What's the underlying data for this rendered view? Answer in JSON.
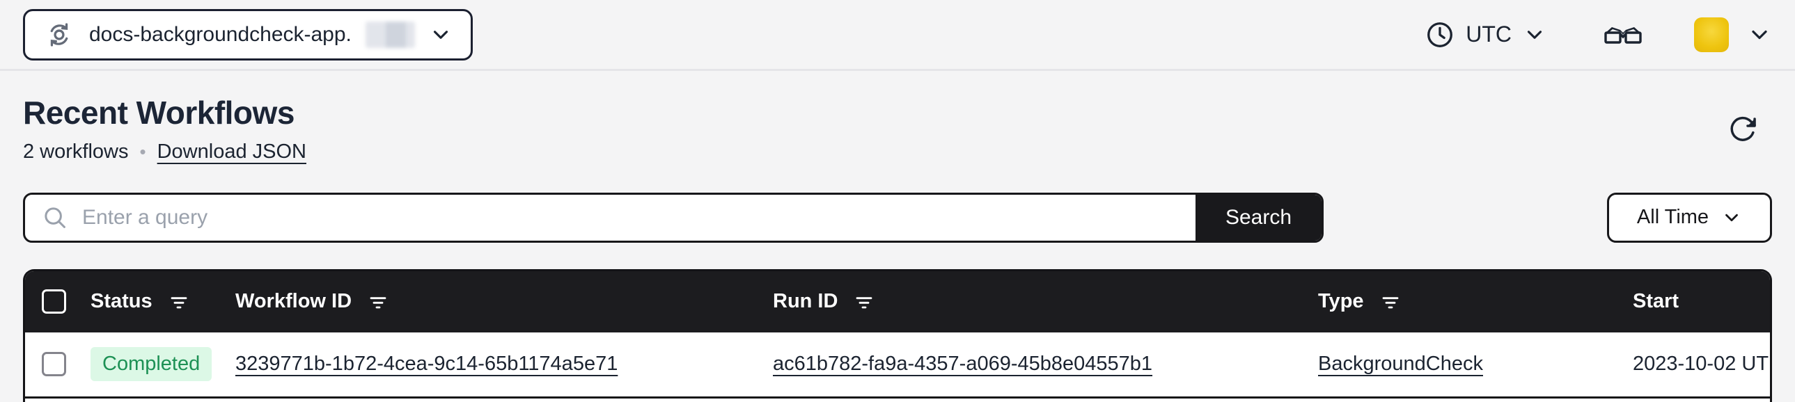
{
  "topbar": {
    "namespace": {
      "label": "docs-backgroundcheck-app.",
      "suffix_redacted": "blurred"
    },
    "timezone": {
      "label": "UTC"
    }
  },
  "page": {
    "title": "Recent Workflows",
    "count_text": "2 workflows",
    "separator": "•",
    "download_label": "Download JSON"
  },
  "search": {
    "placeholder": "Enter a query",
    "button_label": "Search"
  },
  "time_filter": {
    "label": "All Time"
  },
  "table": {
    "columns": [
      {
        "label": "Status",
        "filter": true
      },
      {
        "label": "Workflow ID",
        "filter": true
      },
      {
        "label": "Run ID",
        "filter": true
      },
      {
        "label": "Type",
        "filter": true
      },
      {
        "label": "Start",
        "filter": false
      }
    ],
    "rows": [
      {
        "status": "Completed",
        "workflow_id": "3239771b-1b72-4cea-9c14-65b1174a5e71",
        "run_id": "ac61b782-fa9a-4357-a069-45b8e04557b1",
        "type": "BackgroundCheck",
        "start": "2023-10-02 UT"
      }
    ]
  },
  "colors": {
    "page_bg": "#f4f4f5",
    "ink": "#1b2330",
    "table_header_bg": "#1c1c1f",
    "border_black": "#141417",
    "badge_green_text": "#1d9155",
    "badge_green_bg": "#dcf8e6",
    "avatar_yellow": "#eec40f"
  }
}
